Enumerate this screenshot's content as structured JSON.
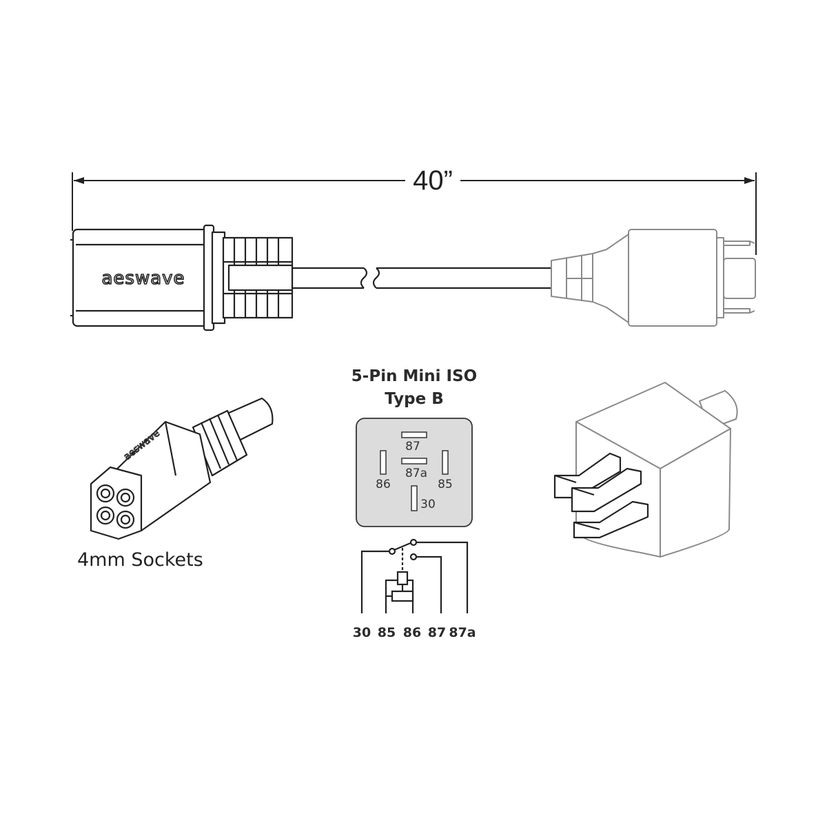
{
  "dimension": {
    "length_label": "40”"
  },
  "cable": {
    "brand_text": "aeswave"
  },
  "relay_spec": {
    "title_line1": "5-Pin Mini ISO",
    "title_line2": "Type B",
    "face_pins": [
      "87",
      "87a",
      "86",
      "85",
      "30"
    ],
    "schematic_terminals": [
      "30",
      "85",
      "86",
      "87",
      "87a"
    ]
  },
  "sockets": {
    "caption": "4mm Sockets",
    "brand_text": "aeswave"
  },
  "colors": {
    "line": "#222222",
    "relay_face": "#dcdcdc",
    "relay_body_line": "#8a8a8a"
  }
}
